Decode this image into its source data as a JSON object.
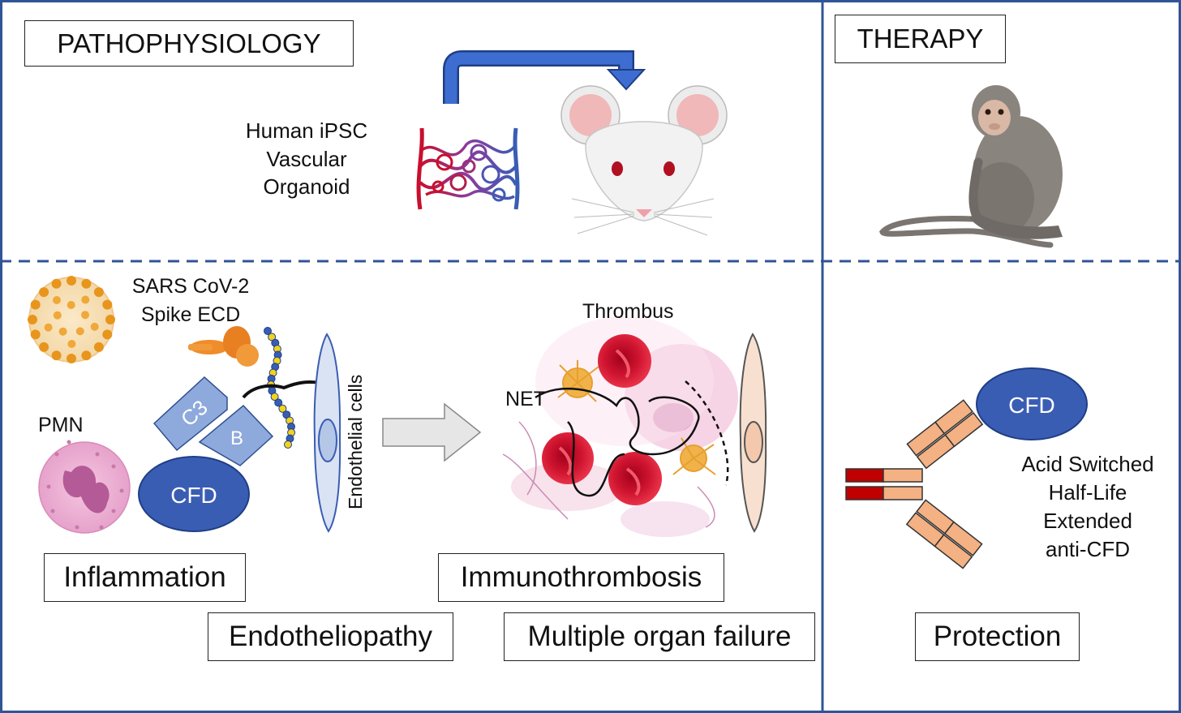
{
  "panels": {
    "pathophysiology_title": "PATHOPHYSIOLOGY",
    "therapy_title": "THERAPY"
  },
  "model": {
    "organoid_line1": "Human iPSC",
    "organoid_line2": "Vascular",
    "organoid_line3": "Organoid"
  },
  "mechanism": {
    "virus_line1": "SARS CoV-2",
    "virus_line2": "Spike ECD",
    "pmn": "PMN",
    "c3": "C3",
    "factor_b": "B",
    "cfd": "CFD",
    "endothelial": "Endothelial cells",
    "thrombus": "Thrombus",
    "net": "NET"
  },
  "outcomes": {
    "inflammation": "Inflammation",
    "immunothrombosis": "Immunothrombosis",
    "endotheliopathy": "Endotheliopathy",
    "organ_failure": "Multiple organ failure"
  },
  "therapy": {
    "cfd": "CFD",
    "antibody_line1": "Acid Switched",
    "antibody_line2": "Half-Life",
    "antibody_line3": "Extended",
    "antibody_line4": "anti-CFD",
    "protection": "Protection"
  },
  "colors": {
    "frame": "#2f5597",
    "cfd_fill": "#3a5db4",
    "complement_fill": "#8ea9db",
    "rbc": "#c8102e",
    "antibody_fill": "#f4b183",
    "antibody_tip": "#c00000",
    "pmn_fill": "#e8a0c8",
    "endothelial_fill": "#dae3f3",
    "endothelial_damaged": "#f8e0d0"
  }
}
